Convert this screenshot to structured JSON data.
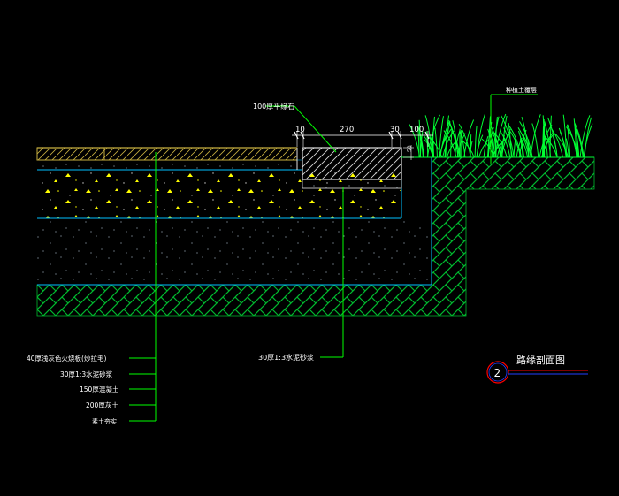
{
  "drawing": {
    "title": "路缘剖面图",
    "detail_number": "2",
    "colors": {
      "background": "#000000",
      "annotation": "#00ff00",
      "hatch": "#00cc33",
      "paving": "#c8b040",
      "grass": "#00ff33",
      "layer_edge": "#00bfff",
      "aggregate": "#ffff00",
      "title_circle": "#ff0000",
      "title_line": "#0000ff"
    }
  },
  "labels": {
    "curb_stone": "100厚平缘石",
    "planting_soil": "种植土覆层",
    "mortar_30_right": "30厚1:3水泥砂浆"
  },
  "dimensions": {
    "d1": "10",
    "d2": "270",
    "d3": "30",
    "d4": "100",
    "d5": "50"
  },
  "layers": [
    "40厚浅灰色火烧板(炒拉毛)",
    "30厚1:3水泥砂浆",
    "150厚混凝土",
    "200厚灰土",
    "素土夯实"
  ]
}
